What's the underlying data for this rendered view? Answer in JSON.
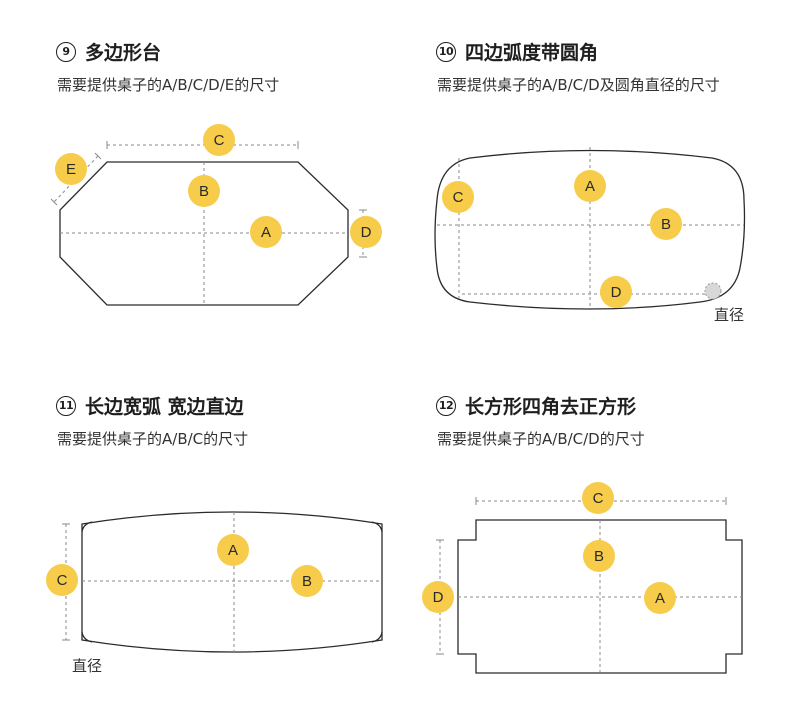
{
  "panels": [
    {
      "number": "9",
      "title": "多边形台",
      "subtitle": "需要提供桌子的A/B/C/D/E的尺寸",
      "labels": {
        "a": "A",
        "b": "B",
        "c": "C",
        "d": "D",
        "e": "E"
      }
    },
    {
      "number": "10",
      "title": "四边弧度带圆角",
      "subtitle": "需要提供桌子的A/B/C/D及圆角直径的尺寸",
      "labels": {
        "a": "A",
        "b": "B",
        "c": "C",
        "d": "D"
      },
      "note": "直径"
    },
    {
      "number": "11",
      "title": "长边宽弧 宽边直边",
      "subtitle": "需要提供桌子的A/B/C的尺寸",
      "labels": {
        "a": "A",
        "b": "B",
        "c": "C"
      },
      "note": "直径"
    },
    {
      "number": "12",
      "title": "长方形四角去正方形",
      "subtitle": "需要提供桌子的A/B/C/D的尺寸",
      "labels": {
        "a": "A",
        "b": "B",
        "c": "C",
        "d": "D"
      }
    }
  ],
  "colors": {
    "badge": "#f6cc4a",
    "outline": "#2b2b2b",
    "dash": "#8a8a8a"
  }
}
